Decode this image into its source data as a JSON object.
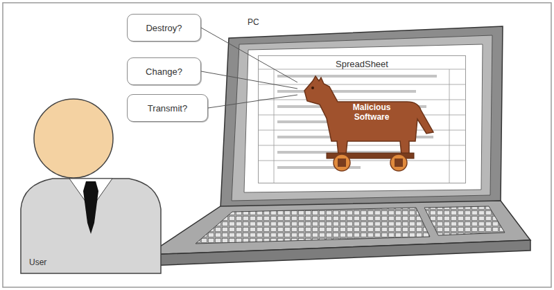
{
  "diagram": {
    "nodes": [
      {
        "text": [
          "Destroy?"
        ]
      },
      {
        "text": [
          "Change?"
        ]
      },
      {
        "text": [
          "Transmit?"
        ]
      },
      {
        "text": [
          "SpreadSheet"
        ]
      },
      {
        "text": [
          "Malicious Software"
        ],
        "in": 3
      }
    ],
    "edges": [
      {
        "from": 0,
        "to": 4,
        "arrow": "none"
      },
      {
        "from": 1,
        "to": 4,
        "arrow": "none"
      },
      {
        "from": 2,
        "to": 4,
        "arrow": "none"
      }
    ],
    "labels": [
      "PC",
      "User"
    ]
  }
}
